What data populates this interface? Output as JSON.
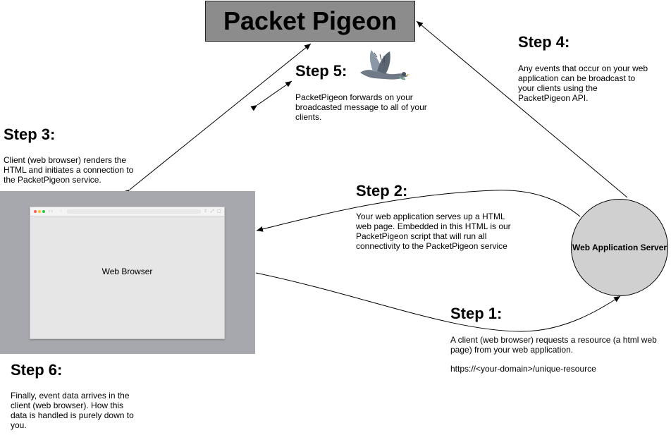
{
  "title": "Packet Pigeon",
  "steps": {
    "step1": {
      "heading": "Step 1:",
      "text": "A client (web browser) requests a resource (a html web page) from your web application.",
      "url": "https://<your-domain>/unique-resource"
    },
    "step2": {
      "heading": "Step 2:",
      "text": "Your web application serves up a HTML web page. Embedded in this HTML is our PacketPigeon script that will run all connectivity to the PacketPigeon service"
    },
    "step3": {
      "heading": "Step 3:",
      "text": "Client (web browser) renders the HTML and initiates a connection to the PacketPigeon service."
    },
    "step4": {
      "heading": "Step 4:",
      "text": "Any events that occur on your web application can be broadcast to your clients using the PacketPigeon API."
    },
    "step5": {
      "heading": "Step 5:",
      "text": "PacketPigeon forwards on your broadcasted message to all of your clients."
    },
    "step6": {
      "heading": "Step 6:",
      "text": "Finally, event data arrives in the client (web browser). How this data is handled is purely down to you."
    }
  },
  "browser_label": "Web Browser",
  "server_label": "Web Application Server",
  "icons": {
    "pigeon": "pigeon-icon",
    "browser_controls": "window-controls-icon"
  },
  "colors": {
    "title_fill": "#8c8c8c",
    "browser_frame": "#a7a8ad",
    "server_fill": "#d0d0d0"
  }
}
